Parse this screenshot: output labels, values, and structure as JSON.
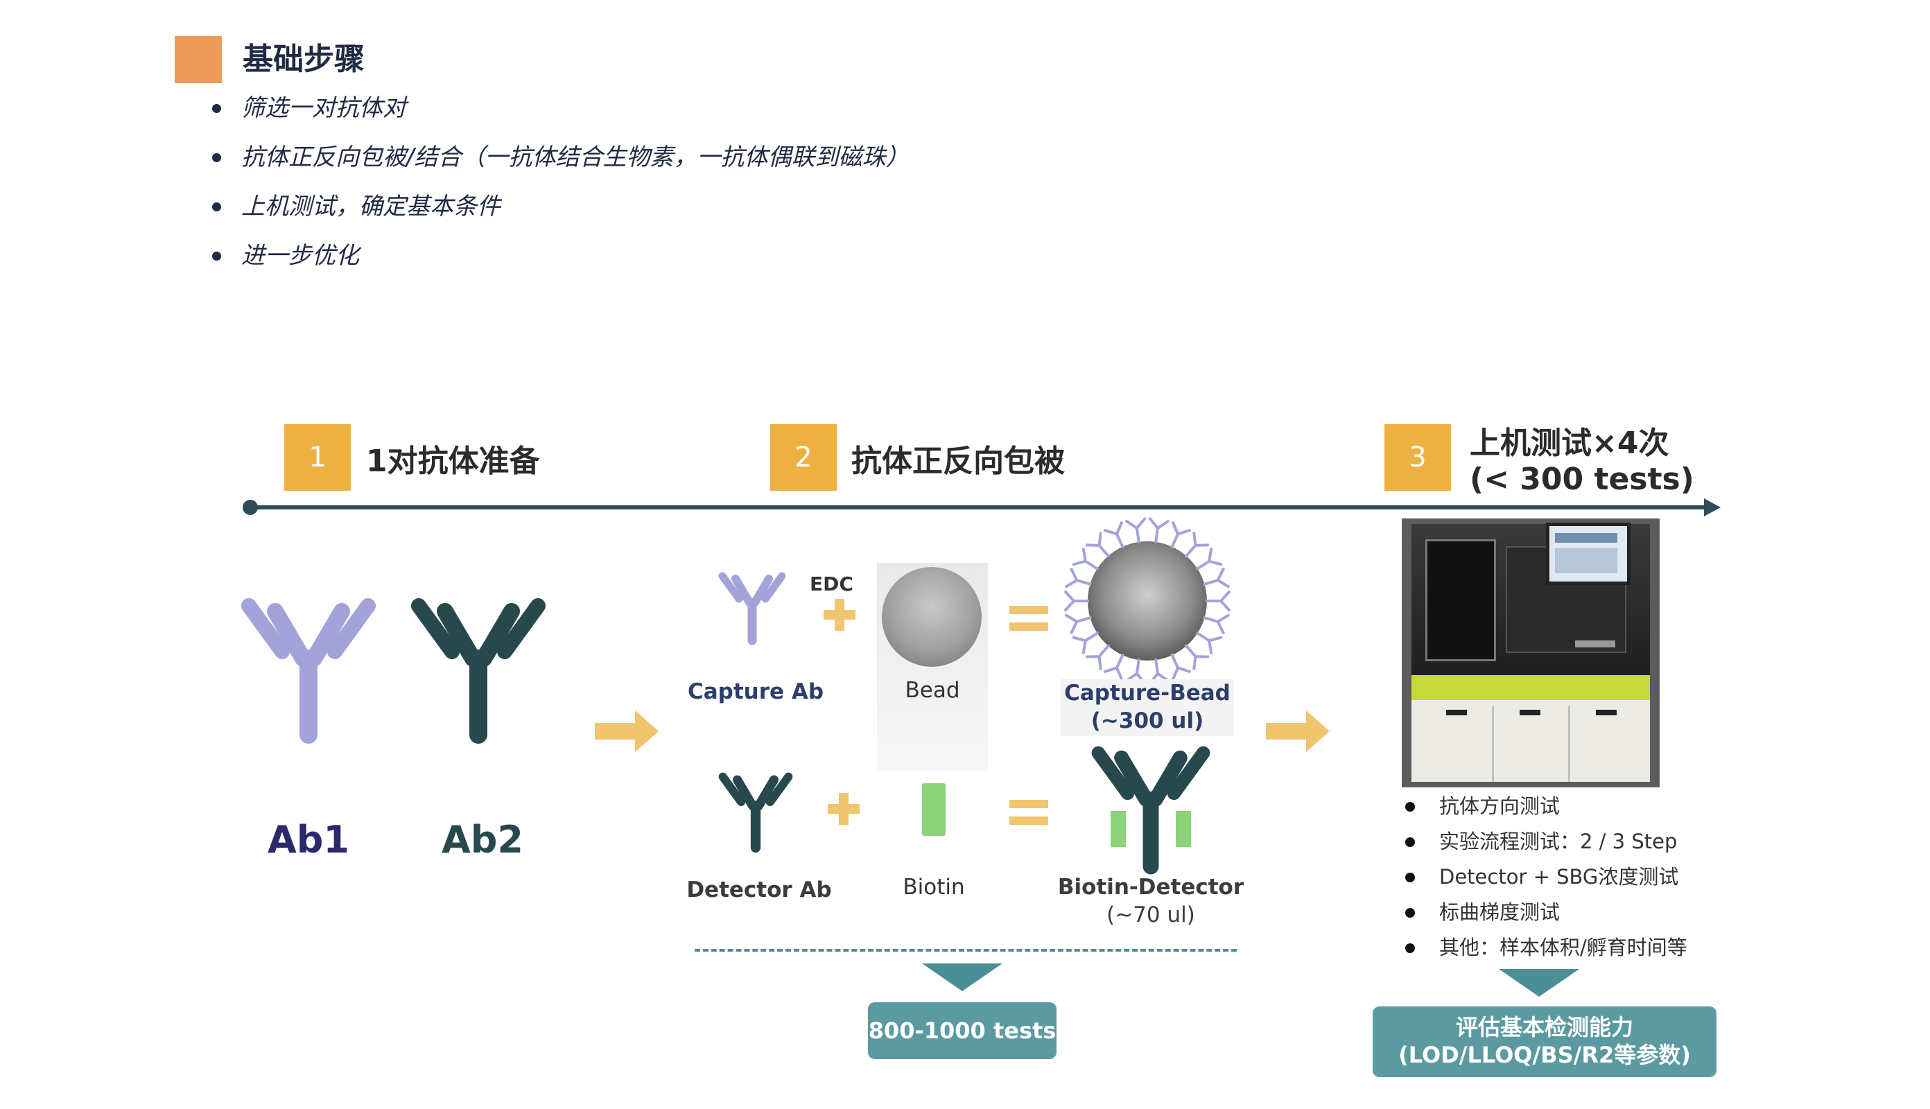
{
  "section": {
    "title": "基础步骤",
    "bullets": [
      "筛选一对抗体对",
      "抗体正反向包被/结合（一抗体结合生物素，一抗体偶联到磁珠）",
      "上机测试，确定基本条件",
      "进一步优化"
    ]
  },
  "timeline": {
    "steps": [
      {
        "number": "1",
        "label": "1对抗体准备"
      },
      {
        "number": "2",
        "label": "抗体正反向包被"
      },
      {
        "number": "3",
        "label_line1": "上机测试×4次",
        "label_line2": "(< 300 tests)"
      }
    ]
  },
  "antibodies": {
    "ab1": "Ab1",
    "ab2": "Ab2"
  },
  "coating": {
    "edc": "EDC",
    "capture_ab": "Capture Ab",
    "bead": "Bead",
    "capture_bead": "Capture-Bead",
    "capture_bead_volume": "(~300 ul)",
    "detector_ab": "Detector Ab",
    "biotin": "Biotin",
    "biotin_detector": "Biotin-Detector",
    "biotin_detector_volume": "(~70 ul)",
    "tests_badge": "800-1000 tests"
  },
  "testing": {
    "items": [
      "抗体方向测试",
      "实验流程测试：2 / 3 Step",
      "Detector + SBG浓度测试",
      "标曲梯度测试",
      "其他：样本体积/孵育时间等"
    ],
    "evaluation_line1": "评估基本检测能力",
    "evaluation_line2": "(LOD/LLOQ/BS/R2等参数)"
  },
  "colors": {
    "section_marker": "#EB9C5B",
    "step_box": "#EFB042",
    "timeline": "#2E4B5A",
    "ab_light": "#A3A3DA",
    "ab_dark": "#27484C",
    "arrow": "#F1C46E",
    "teal": "#5B9AA0",
    "biotin": "#8CD37A"
  }
}
